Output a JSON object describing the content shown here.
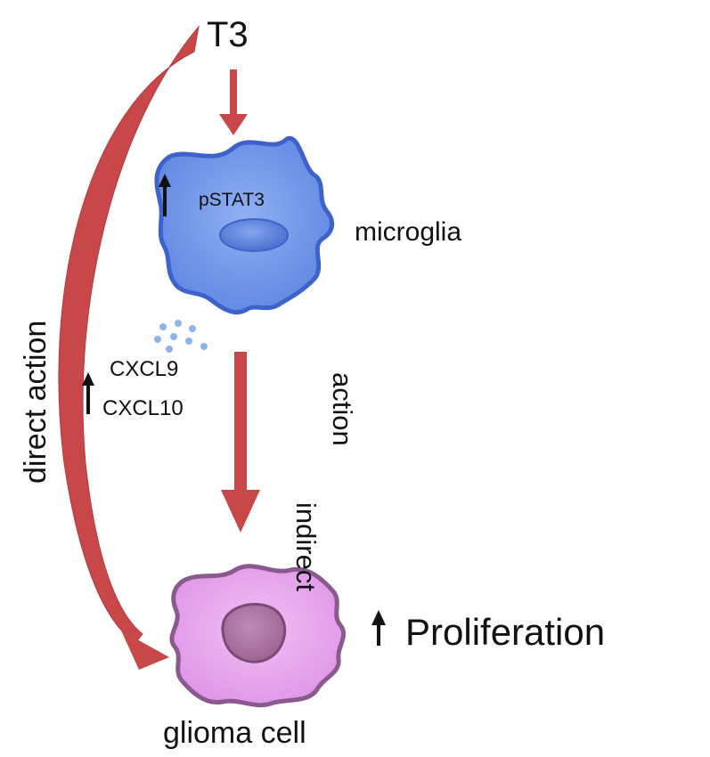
{
  "nodes": {
    "t3": "T3",
    "pstat3": "pSTAT3",
    "microglia": "microglia",
    "cxcl9": "CXCL9",
    "cxcl10": "CXCL10",
    "proliferation": "Proliferation",
    "glioma_cell": "glioma cell"
  },
  "edges": {
    "direct_action": "direct action",
    "indirect_action_line1": "indirect",
    "indirect_action_line2": "action"
  },
  "colors": {
    "arrow": "#c8484a",
    "microglia_fill": "#6f93e8",
    "microglia_edge": "#3e62c9",
    "microglia_nucleus": "#5478d6",
    "glioma_fill": "#e9a6ee",
    "glioma_edge": "#8a5a8e",
    "glioma_nucleus": "#a66d9f",
    "chemokine_dots": "#8fb3e6",
    "text": "#111111"
  }
}
